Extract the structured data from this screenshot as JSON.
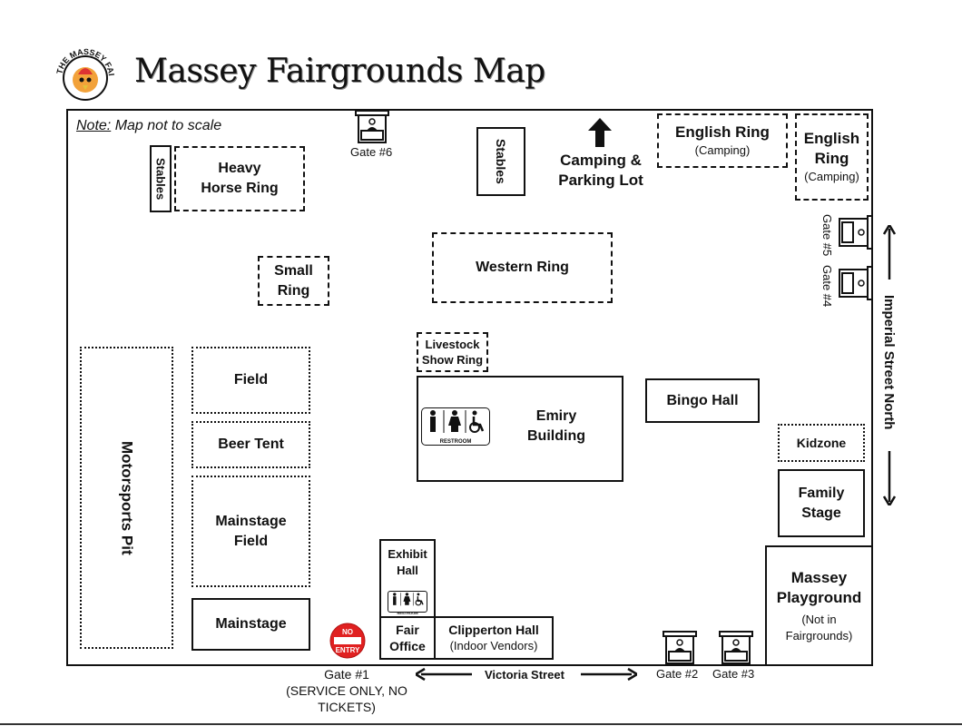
{
  "header": {
    "title": "Massey Fairgrounds Map",
    "logo_text": "THE MASSEY FAIR"
  },
  "note": {
    "label": "Note:",
    "text": " Map not to scale"
  },
  "areas": {
    "stables_left": "Stables",
    "heavy_horse_ring": [
      "Heavy",
      "Horse Ring"
    ],
    "stables_top": "Stables",
    "camping_parking": [
      "Camping &",
      "Parking Lot"
    ],
    "english_ring_1": {
      "name": "English Ring",
      "sub": "(Camping)"
    },
    "english_ring_2": {
      "name": [
        "English",
        "Ring"
      ],
      "sub": "(Camping)"
    },
    "small_ring": [
      "Small",
      "Ring"
    ],
    "western_ring": "Western Ring",
    "livestock_show_ring": [
      "Livestock",
      "Show Ring"
    ],
    "motorsports_pit": "Motorsports Pit",
    "field": "Field",
    "beer_tent": "Beer Tent",
    "mainstage_field": [
      "Mainstage",
      "Field"
    ],
    "mainstage": "Mainstage",
    "emiry_building": [
      "Emiry",
      "Building"
    ],
    "bingo_hall": "Bingo Hall",
    "kidzone": "Kidzone",
    "family_stage": [
      "Family",
      "Stage"
    ],
    "massey_playground": {
      "name": [
        "Massey",
        "Playground"
      ],
      "sub": "(Not in Fairgrounds)"
    },
    "exhibit_hall": [
      "Exhibit",
      "Hall"
    ],
    "fair_office": [
      "Fair",
      "Office"
    ],
    "clipperton_hall": {
      "name": "Clipperton Hall",
      "sub": "(Indoor Vendors)"
    },
    "restroom": "RESTROOM"
  },
  "gates": {
    "gate1": [
      "Gate #1",
      "(SERVICE ONLY, NO",
      "TICKETS)"
    ],
    "gate2": "Gate #2",
    "gate3": "Gate #3",
    "gate4": "Gate #4",
    "gate5": "Gate #5",
    "gate6": "Gate #6"
  },
  "no_entry": [
    "NO",
    "ENTRY"
  ],
  "streets": {
    "victoria": "Victoria Street",
    "imperial": "Imperial Street North"
  }
}
